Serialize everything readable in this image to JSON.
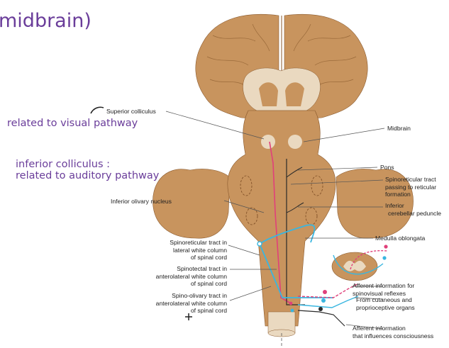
{
  "title": "midbrain)",
  "annotations": {
    "visual": "related to visual pathway",
    "inferior_line1": "inferior colliculus :",
    "inferior_line2": "related to auditory pathway"
  },
  "labels": {
    "superior_colliculus": "Superior colliculus",
    "midbrain": "Midbrain",
    "pons": "Pons",
    "spinoreticular_tract_1": "Spinoreticular tract",
    "spinoreticular_tract_2": "passing to reticular",
    "spinoreticular_tract_3": "formation",
    "inferior_peduncle_1": "Inferior",
    "inferior_peduncle_2": "cerebellar peduncle",
    "inferior_olivary": "Inferior olivary nucleus",
    "medulla": "Medulla oblongata",
    "spinoreticular_lateral_1": "Spinoreticular tract in",
    "spinoreticular_lateral_2": "lateral white column",
    "spinoreticular_lateral_3": "of spinal cord",
    "spinotectal_1": "Spinotectal tract in",
    "spinotectal_2": "anterolateral white column",
    "spinotectal_3": "of spinal cord",
    "spino_olivary_1": "Spino-olivary tract in",
    "spino_olivary_2": "anterolateral white column",
    "spino_olivary_3": "of spinal cord",
    "afferent_spinovisual_1": "Afferent information for",
    "afferent_spinovisual_2": "spinovisual reflexes",
    "cutaneous_1": "From cutaneous and",
    "cutaneous_2": "proprioceptive organs",
    "afferent_consciousness_1": "Afferent information",
    "afferent_consciousness_2": "that influences consciousness"
  },
  "colors": {
    "brain_tissue": "#c8945e",
    "brain_outline": "#8a5a2e",
    "tract_pink": "#e0407a",
    "tract_blue": "#39b6e0",
    "annotation_purple": "#6a3d9a"
  }
}
